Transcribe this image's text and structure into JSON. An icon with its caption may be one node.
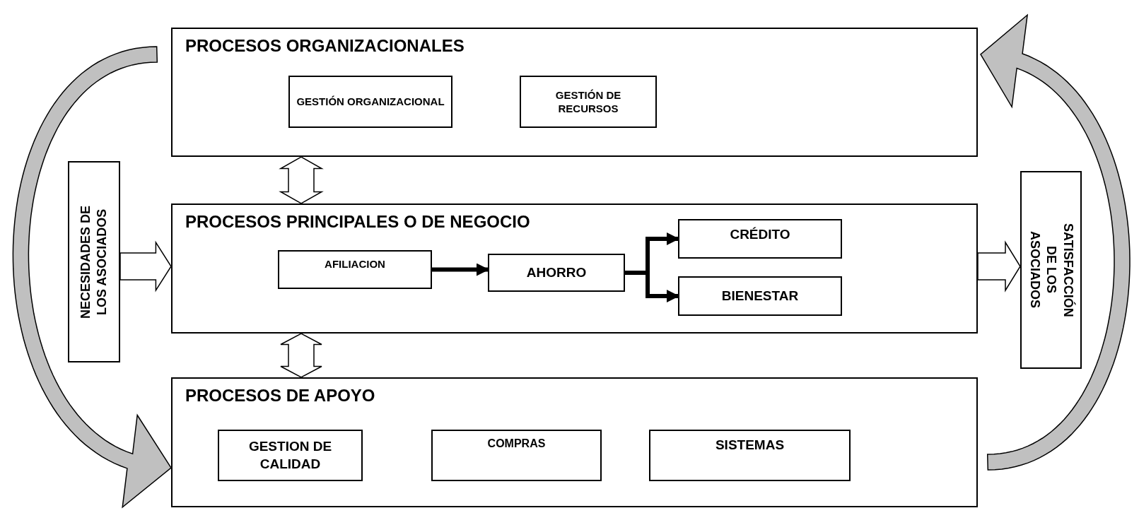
{
  "diagram": {
    "nodes": [
      {
        "text": [
          "PROCESOS ORGANIZACIONALES"
        ]
      },
      {
        "text": [
          "GESTIÓN ORGANIZACIONAL"
        ],
        "in": 0
      },
      {
        "text": [
          "GESTIÓN DE RECURSOS"
        ],
        "in": 0
      },
      {
        "text": [
          "PROCESOS PRINCIPALES O DE NEGOCIO"
        ]
      },
      {
        "text": [
          "AFILIACION"
        ],
        "in": 3
      },
      {
        "text": [
          "AHORRO"
        ],
        "in": 3
      },
      {
        "text": [
          "CRÉDITO"
        ],
        "in": 3
      },
      {
        "text": [
          "BIENESTAR"
        ],
        "in": 3
      },
      {
        "text": [
          "PROCESOS DE APOYO"
        ]
      },
      {
        "text": [
          "GESTION DE CALIDAD"
        ],
        "in": 8
      },
      {
        "text": [
          "COMPRAS"
        ],
        "in": 8
      },
      {
        "text": [
          "SISTEMAS"
        ],
        "in": 8
      },
      {
        "text": [
          "NECESIDADES DE LOS ASOCIADOS"
        ]
      },
      {
        "text": [
          "SATISFACCIÓN DE LOS ASOCIADOS"
        ]
      }
    ],
    "edges": [
      {
        "from": 0,
        "to": 3,
        "arrow": "both"
      },
      {
        "from": 3,
        "to": 8,
        "arrow": "both"
      },
      {
        "from": 12,
        "to": 3,
        "arrow": "to"
      },
      {
        "from": 3,
        "to": 13,
        "arrow": "to"
      },
      {
        "from": 4,
        "to": 5,
        "arrow": "to"
      },
      {
        "from": 5,
        "to": 6,
        "arrow": "to"
      },
      {
        "from": 5,
        "to": 7,
        "arrow": "to"
      },
      {
        "from": 0,
        "to": 8,
        "arrow": "to",
        "color": "#c0c0c0"
      },
      {
        "from": 8,
        "to": 0,
        "arrow": "to",
        "color": "#c0c0c0"
      }
    ]
  }
}
